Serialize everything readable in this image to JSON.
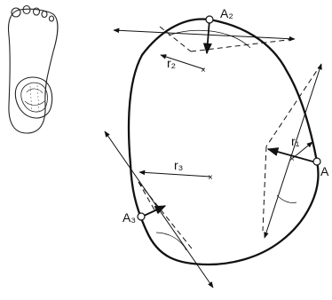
{
  "figure": {
    "labels": {
      "point_a": "A",
      "point_a2": "A₂",
      "point_a3": "A₃",
      "radius_1": "r₁",
      "radius_2": "r₂",
      "radius_3": "r₃"
    },
    "colors": {
      "ink": "#111111",
      "paper": "#ffffff"
    }
  }
}
